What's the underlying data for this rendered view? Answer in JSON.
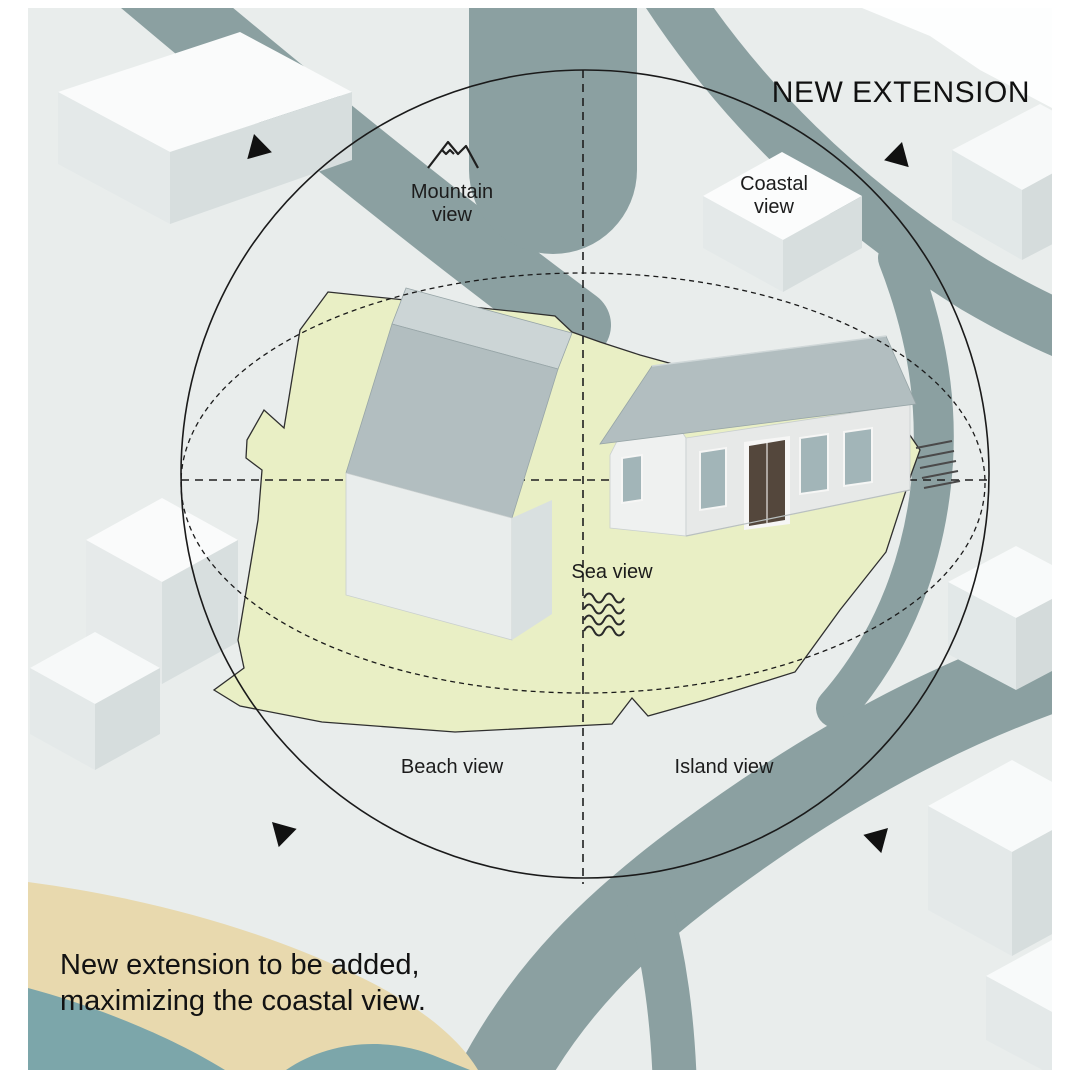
{
  "diagram": {
    "title": "NEW EXTENSION",
    "caption": {
      "line1": "New extension to be added,",
      "line2": "maximizing the coastal view."
    },
    "view_labels": {
      "mountain_line1": "Mountain",
      "mountain_line2": "view",
      "coastal_line1": "Coastal",
      "coastal_line2": "view",
      "sea": "Sea view",
      "beach": "Beach view",
      "island": "Island view"
    },
    "icons": {
      "mountain": "mountain-peaks-icon",
      "sea": "water-waves-icon",
      "direction": "view-direction-arrow"
    },
    "colors": {
      "ground": "#e9edec",
      "road": "#8ba0a1",
      "sand": "#e8d9ae",
      "water": "#7ca6aa",
      "site": "#e9efc5",
      "roof_dark": "#b2bec0",
      "roof_light": "#ccd5d6",
      "outline": "#1a1a1a"
    }
  }
}
